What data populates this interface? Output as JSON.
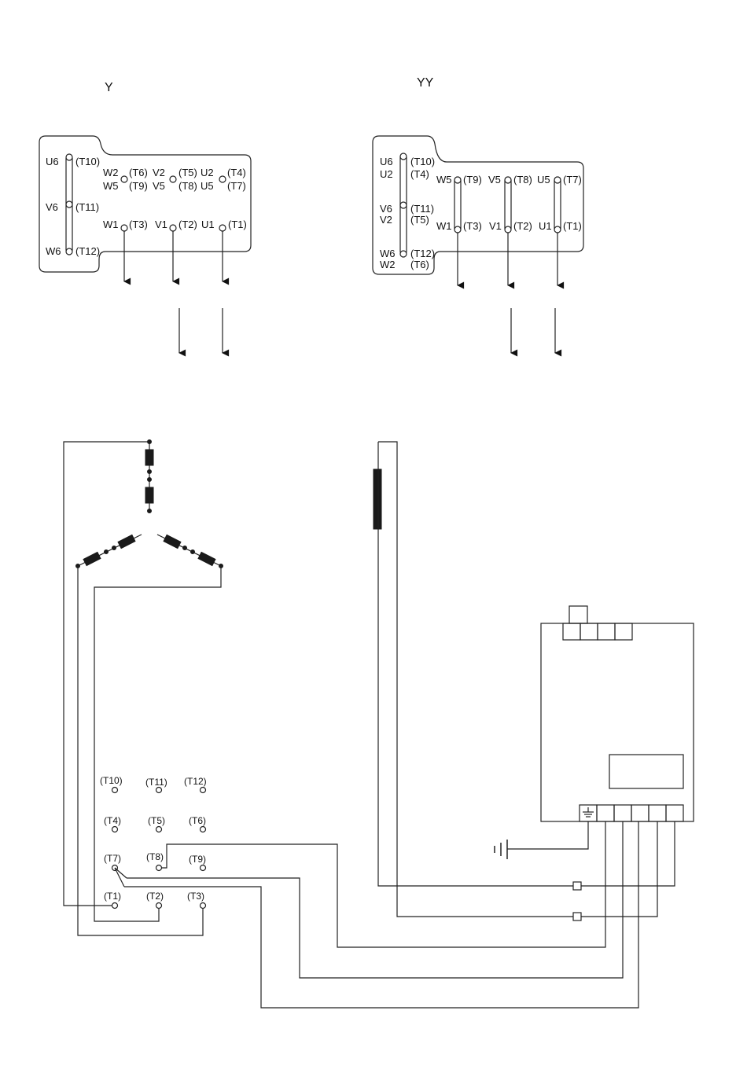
{
  "left_box": {
    "symbol": "Y",
    "labels": [
      "U6",
      "(T10)",
      "V6",
      "(T11)",
      "W6",
      "(T12)",
      "W2",
      "(T6)",
      "V2",
      "(T5)",
      "U2",
      "(T4)",
      "W5",
      "(T9)",
      "V5",
      "(T8)",
      "U5",
      "(T7)",
      "W1",
      "(T3)",
      "V1",
      "(T2)",
      "U1",
      "(T1)"
    ]
  },
  "right_box": {
    "symbol": "YY",
    "labels": [
      "U6",
      "(T10)",
      "U2",
      "(T4)",
      "V6",
      "(T11)",
      "V2",
      "(T5)",
      "W6",
      "(T12)",
      "W2",
      "(T6)",
      "W5",
      "(T9)",
      "V5",
      "(T8)",
      "U5",
      "(T7)",
      "W1",
      "(T3)",
      "V1",
      "(T2)",
      "U1",
      "(T1)"
    ]
  },
  "terminal_block": {
    "rows": [
      [
        "(T10)",
        "(T11)",
        "(T12)"
      ],
      [
        "(T4)",
        "(T5)",
        "(T6)"
      ],
      [
        "(T7)",
        "(T8)",
        "(T9)"
      ],
      [
        "(T1)",
        "(T2)",
        "(T3)"
      ]
    ]
  }
}
